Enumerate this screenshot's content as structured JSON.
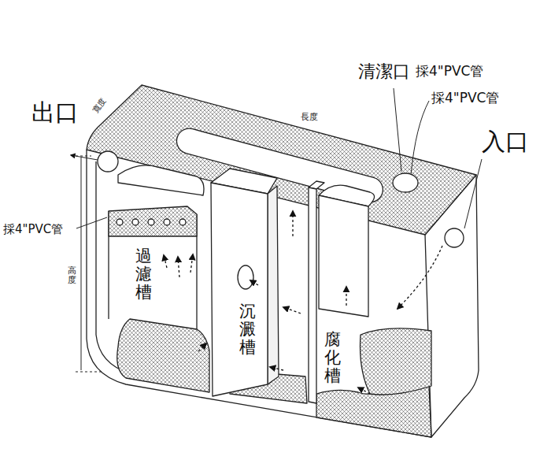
{
  "diagram": {
    "nodes": [
      {
        "text": [
          "過濾槽"
        ]
      },
      {
        "text": [
          "沉澱槽"
        ]
      },
      {
        "text": [
          "腐化槽"
        ]
      }
    ],
    "labels": [
      "出口",
      "寬度",
      "長度",
      "清潔口",
      "採4\"PVC管",
      "採4\"PVC管",
      "入口",
      "採4\"PVC管",
      "高度"
    ]
  }
}
